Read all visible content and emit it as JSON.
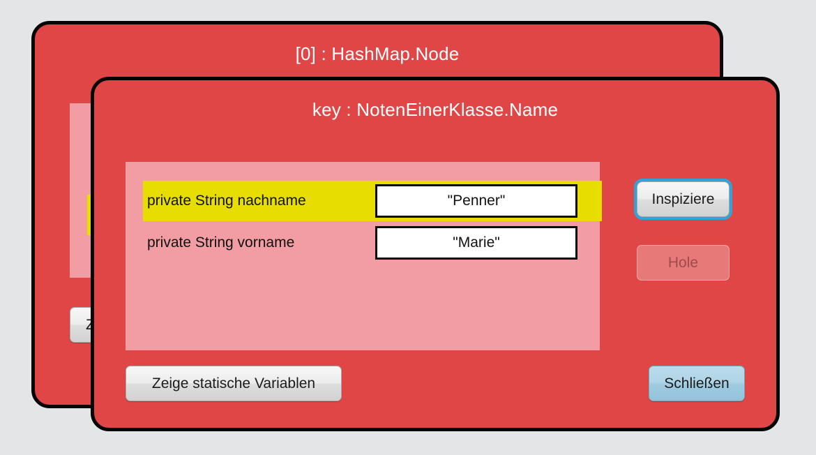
{
  "page": {
    "background_color": "#E4E5E7"
  },
  "theme": {
    "window_background": "#E04646",
    "window_border": "#050505",
    "field_panel_background": "#F29DA3",
    "selection_highlight": "#E7DD00",
    "value_box_background": "#FFFFFF",
    "value_box_border": "#0B0B0B",
    "title_text": "#FFFFFF",
    "focus_ring": "#2FA4D8",
    "default_button": "#A8D2E4"
  },
  "back_window": {
    "title": "[0] : HashMap.Node",
    "fields": [
      {
        "label": "",
        "value": "",
        "selected": false
      },
      {
        "label": "",
        "value": "",
        "selected": true
      }
    ],
    "buttons": {
      "show_statics": "Zeige statische Variablen"
    }
  },
  "front_window": {
    "title": "key : NotenEinerKlasse.Name",
    "fields": [
      {
        "label": "private String nachname",
        "value": "\"Penner\"",
        "selected": true
      },
      {
        "label": "private String vorname",
        "value": "\"Marie\"",
        "selected": false
      }
    ],
    "buttons": {
      "inspect": "Inspiziere",
      "get": "Hole",
      "get_enabled": false,
      "show_statics": "Zeige statische Variablen",
      "close": "Schließen"
    }
  }
}
